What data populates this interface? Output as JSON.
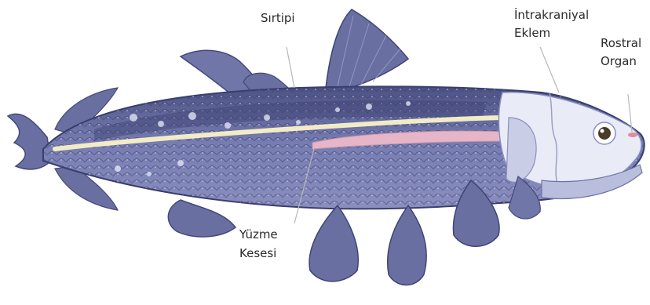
{
  "labels": {
    "dorsal_fin": "Sırtipi",
    "intracranial_joint": [
      "İntrakraniyal",
      "Eklem"
    ],
    "rostral_organ": [
      "Rostral",
      "Organ"
    ],
    "swim_bladder": [
      "Yüzme",
      "Kesesi"
    ]
  },
  "colors": {
    "body": "#6f75a8",
    "body_dark": "#4f5383",
    "fin": "#6a6fa2",
    "skull": "#e9ecf6",
    "notochord": "#f2ecc6",
    "swim_bladder": "#e6b6c8",
    "eye": "#4a3a2a"
  }
}
